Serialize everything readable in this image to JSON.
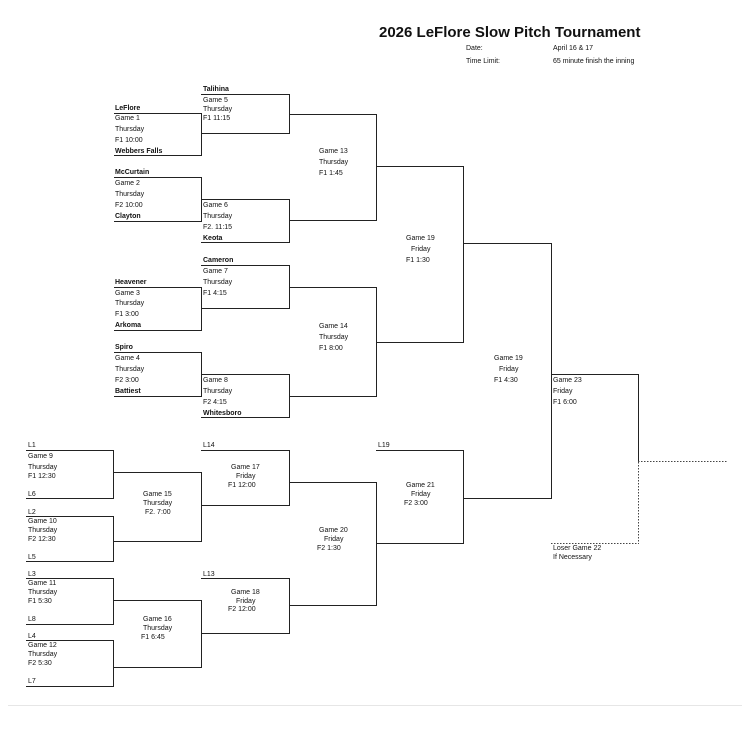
{
  "header": {
    "title": "2026 LeFlore Slow Pitch Tournament",
    "date_label": "Date:",
    "date_value": "April 16 & 17",
    "time_limit_label": "Time Limit:",
    "time_limit_value": "65 minute finish the inning"
  },
  "teams": {
    "talihina": "Talihina",
    "leflore": "LeFlore",
    "webbers_falls": "Webbers Falls",
    "mccurtain": "McCurtain",
    "clayton": "Clayton",
    "keota": "Keota",
    "cameron": "Cameron",
    "heavener": "Heavener",
    "arkoma": "Arkoma",
    "spiro": "Spiro",
    "battiest": "Battiest",
    "whitesboro": "Whitesboro"
  },
  "games": {
    "g1": {
      "name": "Game 1",
      "day": "Thursday",
      "field_time": "F1  10:00"
    },
    "g2": {
      "name": "Game 2",
      "day": "Thursday",
      "field_time": "F2  10:00"
    },
    "g3": {
      "name": "Game 3",
      "day": "Thursday",
      "field_time": "F1  3:00"
    },
    "g4": {
      "name": "Game 4",
      "day": "Thursday",
      "field_time": "F2  3:00"
    },
    "g5": {
      "name": "Game 5",
      "day": "Thursday",
      "field_time": "F1   11:15"
    },
    "g6": {
      "name": "Game 6",
      "day": "Thursday",
      "field_time": "F2. 11:15"
    },
    "g7": {
      "name": "Game 7",
      "day": "Thursday",
      "field_time": "F1   4:15"
    },
    "g8": {
      "name": "Game 8",
      "day": "Thursday",
      "field_time": "F2     4:15"
    },
    "g13": {
      "name": "Game 13",
      "day": "Thursday",
      "field_time": "F1   1:45"
    },
    "g14": {
      "name": "Game 14",
      "day": "Thursday",
      "field_time": "F1   8:00"
    },
    "g19a": {
      "name": "Game 19",
      "day": "Friday",
      "field_time": "F1   1:30"
    },
    "g19b": {
      "name": "Game 19",
      "day": "Friday",
      "field_time": "F1   4:30"
    },
    "g23": {
      "name": "Game 23",
      "day": "Friday",
      "field_time": "F1      6:00"
    },
    "g9": {
      "name": "Game 9",
      "day": "Thursday",
      "field_time": "F1   12:30"
    },
    "g10": {
      "name": "Game 10",
      "day": "Thursday",
      "field_time": "F2   12:30"
    },
    "g11": {
      "name": "Game 11",
      "day": "Thursday",
      "field_time": "F1    5:30"
    },
    "g12": {
      "name": "Game 12",
      "day": "Thursday",
      "field_time": "F2    5:30"
    },
    "g15": {
      "name": "Game 15",
      "day": "Thursday",
      "field_time": "F2. 7:00"
    },
    "g16": {
      "name": "Game 16",
      "day": "Thursday",
      "field_time": "F1      6:45"
    },
    "g17": {
      "name": "Game 17",
      "day": "Friday",
      "field_time": "F1     12:00"
    },
    "g18": {
      "name": "Game 18",
      "day": "Friday",
      "field_time": "F2     12:00"
    },
    "g20": {
      "name": "Game 20",
      "day": "Friday",
      "field_time": "F2      1:30"
    },
    "g21": {
      "name": "Game 21",
      "day": "Friday",
      "field_time": "F2      3:00"
    }
  },
  "losers": {
    "l1": "L1",
    "l2": "L2",
    "l3": "L3",
    "l4": "L4",
    "l5": "L5",
    "l6": "L6",
    "l7": "L7",
    "l8": "L8",
    "l13": "L13",
    "l14": "L14",
    "l19": "L19"
  },
  "if_necessary": {
    "line1": "Loser Game 22",
    "line2": "If Necessary"
  }
}
